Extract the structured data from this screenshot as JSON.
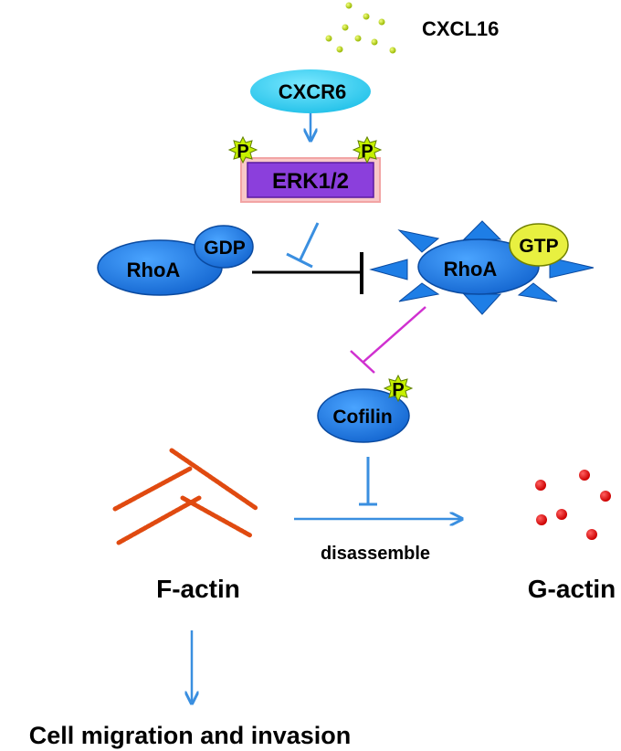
{
  "ligand": {
    "label": "CXCL16",
    "color": "#c6e000"
  },
  "receptor": {
    "label": "CXCR6",
    "color": "#35d2f0"
  },
  "kinase": {
    "label": "ERK1/2",
    "phospho_label": "P",
    "color": "#8b3fdc",
    "glow": "#f6b6b6"
  },
  "rhoa_gdp": {
    "protein_label": "RhoA",
    "nucleotide_label": "GDP"
  },
  "rhoa_gtp": {
    "protein_label": "RhoA",
    "nucleotide_label": "GTP"
  },
  "cofilin": {
    "label": "Cofilin",
    "phospho_label": "P"
  },
  "f_actin": {
    "label": "F-actin",
    "color": "#e04a10"
  },
  "g_actin": {
    "label": "G-actin",
    "color": "#e01010"
  },
  "process": {
    "label": "disassemble"
  },
  "outcome": {
    "label": "Cell migration and invasion"
  },
  "colors": {
    "protein_blue": "#1e7ee6",
    "arrow_blue": "#3a8fe0",
    "inhibit_magenta": "#d030d0",
    "phospho_green": "#c6f000",
    "gtp_yellow": "#e8f040"
  }
}
